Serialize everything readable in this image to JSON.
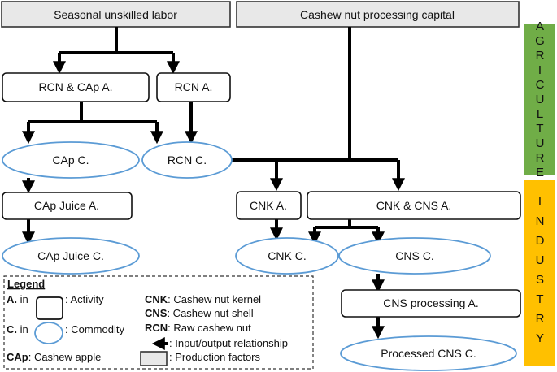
{
  "production_factors": {
    "labor": "Seasonal unskilled labor",
    "capital": "Cashew nut processing capital"
  },
  "sectors": {
    "agriculture": "AGRICULTURE",
    "industry": "INDUSTRY",
    "agriculture_color": "#70ad47",
    "industry_color": "#ffc000"
  },
  "activities": {
    "rcn_cap": "RCN & CAp A.",
    "rcn": "RCN A.",
    "cap_juice": "CAp Juice A.",
    "cnk": "CNK A.",
    "cnk_cns": "CNK & CNS A.",
    "cns_processing": "CNS processing A."
  },
  "commodities": {
    "cap": "CAp C.",
    "rcn": "RCN C.",
    "cap_juice": "CAp Juice C.",
    "cnk": "CNK C.",
    "cns": "CNS C.",
    "processed_cns": "Processed CNS C."
  },
  "legend": {
    "title": "Legend",
    "activity_prefix": "A.",
    "activity_in": " in",
    "activity_label": ": Activity",
    "commodity_prefix": "C.",
    "commodity_in": " in",
    "commodity_label": ": Commodity",
    "cap_abbr": "CAp",
    "cap_def": ": Cashew apple",
    "cnk_abbr": "CNK",
    "cnk_def": ": Cashew nut kernel",
    "cns_abbr": "CNS",
    "cns_def": ": Cashew nut shell",
    "rcn_abbr": "RCN",
    "rcn_def": ": Raw cashew nut",
    "arrow_label": ": Input/output relationship",
    "factor_label": ": Production factors"
  }
}
